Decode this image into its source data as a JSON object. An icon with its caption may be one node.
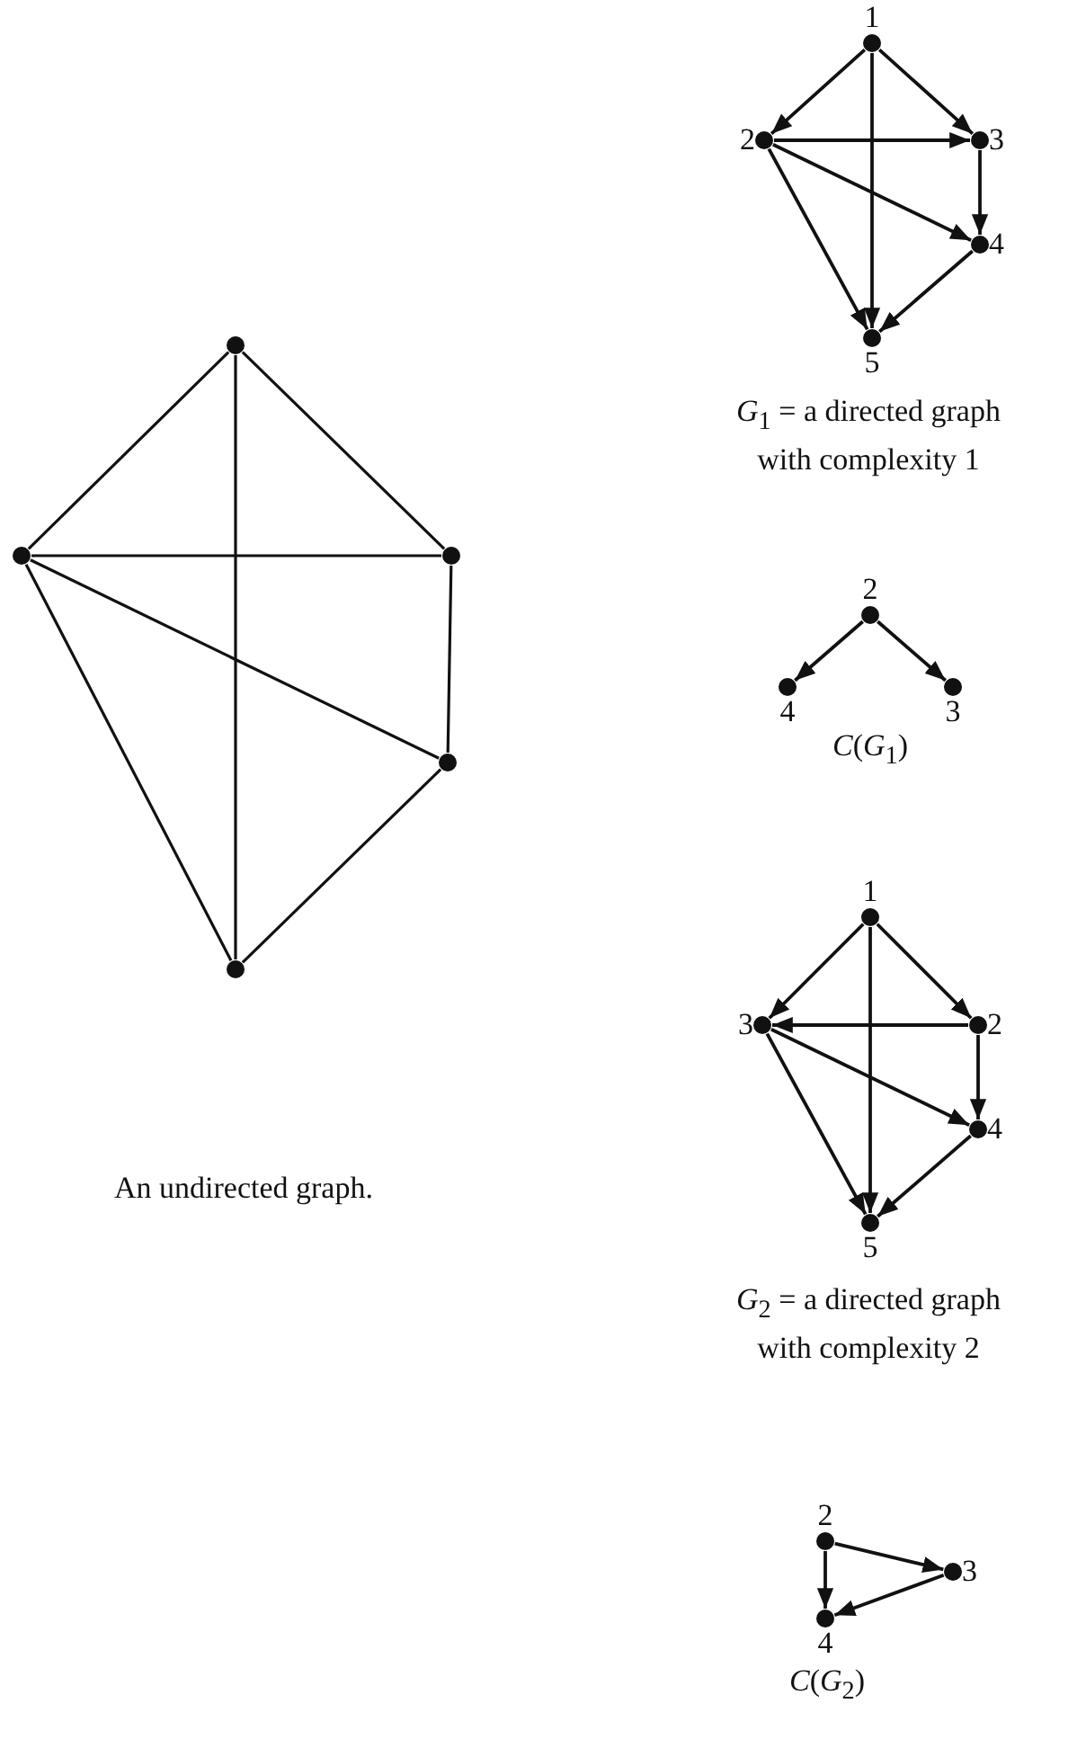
{
  "diagram": {
    "nodes": [
      {
        "text": [],
        "shape": "circle"
      },
      {
        "text": [],
        "shape": "circle"
      },
      {
        "text": [],
        "shape": "circle"
      },
      {
        "text": [],
        "shape": "circle"
      },
      {
        "text": [],
        "shape": "circle"
      },
      {
        "text": [
          "1"
        ]
      },
      {
        "text": [
          "2"
        ]
      },
      {
        "text": [
          "3"
        ]
      },
      {
        "text": [
          "4"
        ]
      },
      {
        "text": [
          "5"
        ]
      },
      {
        "text": [
          "2"
        ]
      },
      {
        "text": [
          "4"
        ]
      },
      {
        "text": [
          "3"
        ]
      },
      {
        "text": [
          "1"
        ]
      },
      {
        "text": [
          "3"
        ]
      },
      {
        "text": [
          "2"
        ]
      },
      {
        "text": [
          "4"
        ]
      },
      {
        "text": [
          "5"
        ]
      },
      {
        "text": [
          "2"
        ]
      },
      {
        "text": [
          "3"
        ]
      },
      {
        "text": [
          "4"
        ]
      }
    ],
    "edges": [
      {
        "from": 0,
        "to": 1,
        "arrow": "none"
      },
      {
        "from": 0,
        "to": 2,
        "arrow": "none"
      },
      {
        "from": 0,
        "to": 4,
        "arrow": "none"
      },
      {
        "from": 1,
        "to": 2,
        "arrow": "none"
      },
      {
        "from": 1,
        "to": 3,
        "arrow": "none"
      },
      {
        "from": 1,
        "to": 4,
        "arrow": "none"
      },
      {
        "from": 2,
        "to": 3,
        "arrow": "none"
      },
      {
        "from": 3,
        "to": 4,
        "arrow": "none"
      },
      {
        "from": 5,
        "to": 6,
        "arrow": "to"
      },
      {
        "from": 5,
        "to": 7,
        "arrow": "to"
      },
      {
        "from": 5,
        "to": 9,
        "arrow": "to"
      },
      {
        "from": 6,
        "to": 7,
        "arrow": "to"
      },
      {
        "from": 6,
        "to": 8,
        "arrow": "to"
      },
      {
        "from": 6,
        "to": 9,
        "arrow": "to"
      },
      {
        "from": 7,
        "to": 8,
        "arrow": "to"
      },
      {
        "from": 8,
        "to": 9,
        "arrow": "to"
      },
      {
        "from": 10,
        "to": 11,
        "arrow": "to"
      },
      {
        "from": 10,
        "to": 12,
        "arrow": "to"
      },
      {
        "from": 13,
        "to": 14,
        "arrow": "to"
      },
      {
        "from": 13,
        "to": 15,
        "arrow": "to"
      },
      {
        "from": 13,
        "to": 17,
        "arrow": "to"
      },
      {
        "from": 15,
        "to": 14,
        "arrow": "to"
      },
      {
        "from": 14,
        "to": 16,
        "arrow": "to"
      },
      {
        "from": 14,
        "to": 17,
        "arrow": "to"
      },
      {
        "from": 15,
        "to": 16,
        "arrow": "to"
      },
      {
        "from": 16,
        "to": 17,
        "arrow": "to"
      },
      {
        "from": 18,
        "to": 20,
        "arrow": "to"
      },
      {
        "from": 18,
        "to": 19,
        "arrow": "to"
      },
      {
        "from": 19,
        "to": 20,
        "arrow": "to"
      }
    ],
    "labels": [
      "*G*$_{1}$ = a directed graph with complexity 1",
      "*C*(*G*$_{1}$)",
      "An undirected graph.",
      "*G*$_{2}$ = a directed graph with complexity 2",
      "*C*(*G*$_{2}$)"
    ]
  }
}
